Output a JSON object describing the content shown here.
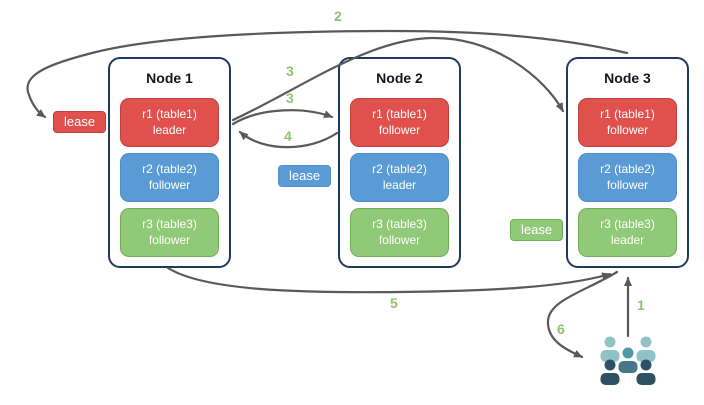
{
  "nodes": [
    {
      "title": "Node 1",
      "replicas": [
        {
          "name": "r1 (table1)",
          "role": "leader"
        },
        {
          "name": "r2 (table2)",
          "role": "follower"
        },
        {
          "name": "r3 (table3)",
          "role": "follower"
        }
      ]
    },
    {
      "title": "Node 2",
      "replicas": [
        {
          "name": "r1 (table1)",
          "role": "follower"
        },
        {
          "name": "r2 (table2)",
          "role": "leader"
        },
        {
          "name": "r3 (table3)",
          "role": "follower"
        }
      ]
    },
    {
      "title": "Node 3",
      "replicas": [
        {
          "name": "r1 (table1)",
          "role": "follower"
        },
        {
          "name": "r2 (table2)",
          "role": "follower"
        },
        {
          "name": "r3 (table3)",
          "role": "leader"
        }
      ]
    }
  ],
  "leases": [
    {
      "label": "lease",
      "color": "#E0514E",
      "for": "r1 (table1) leader on Node 1"
    },
    {
      "label": "lease",
      "color": "#5B9BD5",
      "for": "r2 (table2) leader on Node 2"
    },
    {
      "label": "lease",
      "color": "#90C978",
      "for": "r3 (table3) leader on Node 3"
    }
  ],
  "steps": [
    {
      "label": "2",
      "from": "Node 3",
      "to": "lease (r1 leader on Node 1)"
    },
    {
      "label": "3",
      "from": "Node 1 r1 leader",
      "to": "Node 3 r1 follower"
    },
    {
      "label": "3",
      "from": "Node 1 r1 leader",
      "to": "Node 2 r1 follower"
    },
    {
      "label": "4",
      "from": "Node 2 r1 follower",
      "to": "Node 1 r1 leader"
    },
    {
      "label": "5",
      "from": "Node 1",
      "to": "Node 3"
    },
    {
      "label": "6",
      "from": "Node 3",
      "to": "users"
    },
    {
      "label": "1",
      "from": "users",
      "to": "Node 3"
    }
  ],
  "icons": {
    "users": "users-icon"
  },
  "colors": {
    "leader_red": "#E0514E",
    "follower_blue": "#5B9BD5",
    "leader_green": "#90C978",
    "arrow_gray": "#58595B",
    "step_green": "#8FC36C",
    "node_border_navy": "#1E3A5F",
    "users_light_teal": "#8EC4C6",
    "users_mid_teal": "#4E8C99",
    "users_dark_slate": "#2E5264"
  }
}
